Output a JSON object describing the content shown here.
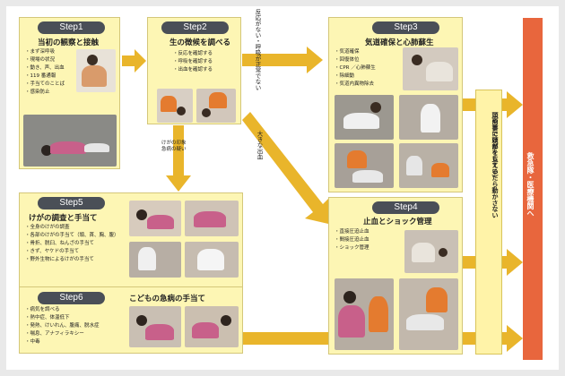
{
  "colors": {
    "box": "#fdf6b4",
    "header": "#4a4f57",
    "arrow": "#e9b52b",
    "end": "#e8663d"
  },
  "step1": {
    "label": "Step1",
    "title": "当初の観察と接触",
    "items": [
      "まず深呼吸",
      "現場の状況",
      "動き、声、出血",
      "119 番通報",
      "手当てのことば",
      "感染防止"
    ]
  },
  "step2": {
    "label": "Step2",
    "title": "生の徴候を調べる",
    "items": [
      "反応を確認する",
      "呼吸を確認する",
      "出血を確認する"
    ]
  },
  "step3": {
    "label": "Step3",
    "title": "気道確保と心肺蘇生",
    "items": [
      "気道確保",
      "回復体位",
      "CPR ／心肺蘇生",
      "除細動",
      "気道内異物除去"
    ]
  },
  "step4": {
    "label": "Step4",
    "title": "止血とショック管理",
    "items": [
      "直接圧迫止血",
      "間接圧迫止血",
      "ショック管理"
    ]
  },
  "step5": {
    "label": "Step5",
    "title": "けがの調査と手当て",
    "items": [
      "全身のけがの調査",
      "各部のけがの手当て（頭、首、胸、腹）",
      "骨折、脱臼、ねんざの手当て",
      "きず、ヤケドの手当て",
      "野外生物によるけがの手当て"
    ]
  },
  "step6": {
    "label": "Step6",
    "title": "こどもの急病の手当て",
    "items": [
      "病気を調べる",
      "熱中症、体温低下",
      "発熱、けいれん、腹痛、脱水症",
      "喘息、アナフィラキシー",
      "中毒"
    ]
  },
  "labels": {
    "no_response": "反応がない・呼吸が正常でない",
    "big_bleeding": "大きな出血",
    "injury_signs": [
      "けがの印象",
      "急病の疑い"
    ],
    "dont_move": "頭や首にけがをしていたら動かさない",
    "support_head": "（両手で頭部を支える）",
    "end": "救急隊・医療機関へ"
  }
}
